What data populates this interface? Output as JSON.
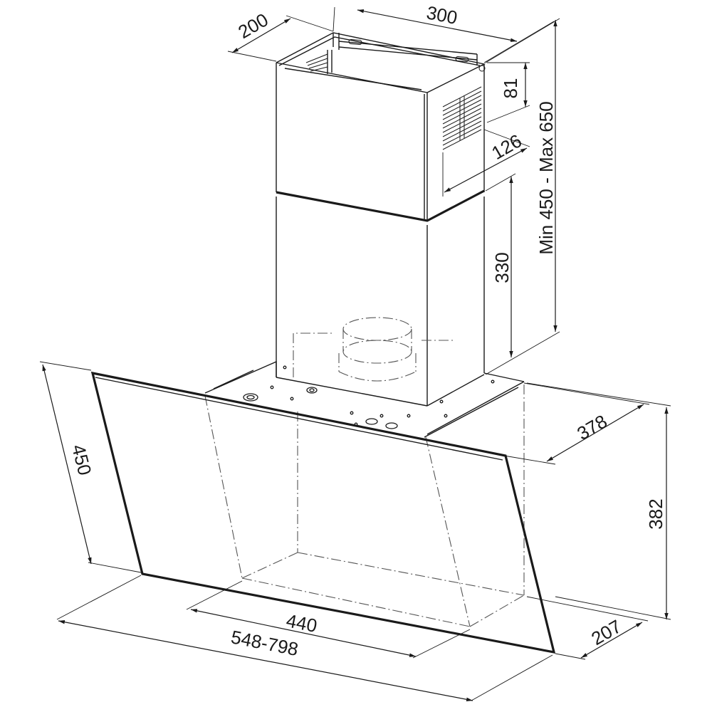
{
  "drawing": {
    "dimensions": {
      "chimney_depth": "200",
      "chimney_width": "300",
      "vent_height": "81",
      "vent_width": "126",
      "chimney_height_range": "Min  450  -  Max  650",
      "lower_chimney": "330",
      "canopy_depth": "378",
      "canopy_height": "382",
      "glass_height": "450",
      "inner_width": "440",
      "overall_width": "548-798",
      "base_depth": "207"
    }
  }
}
